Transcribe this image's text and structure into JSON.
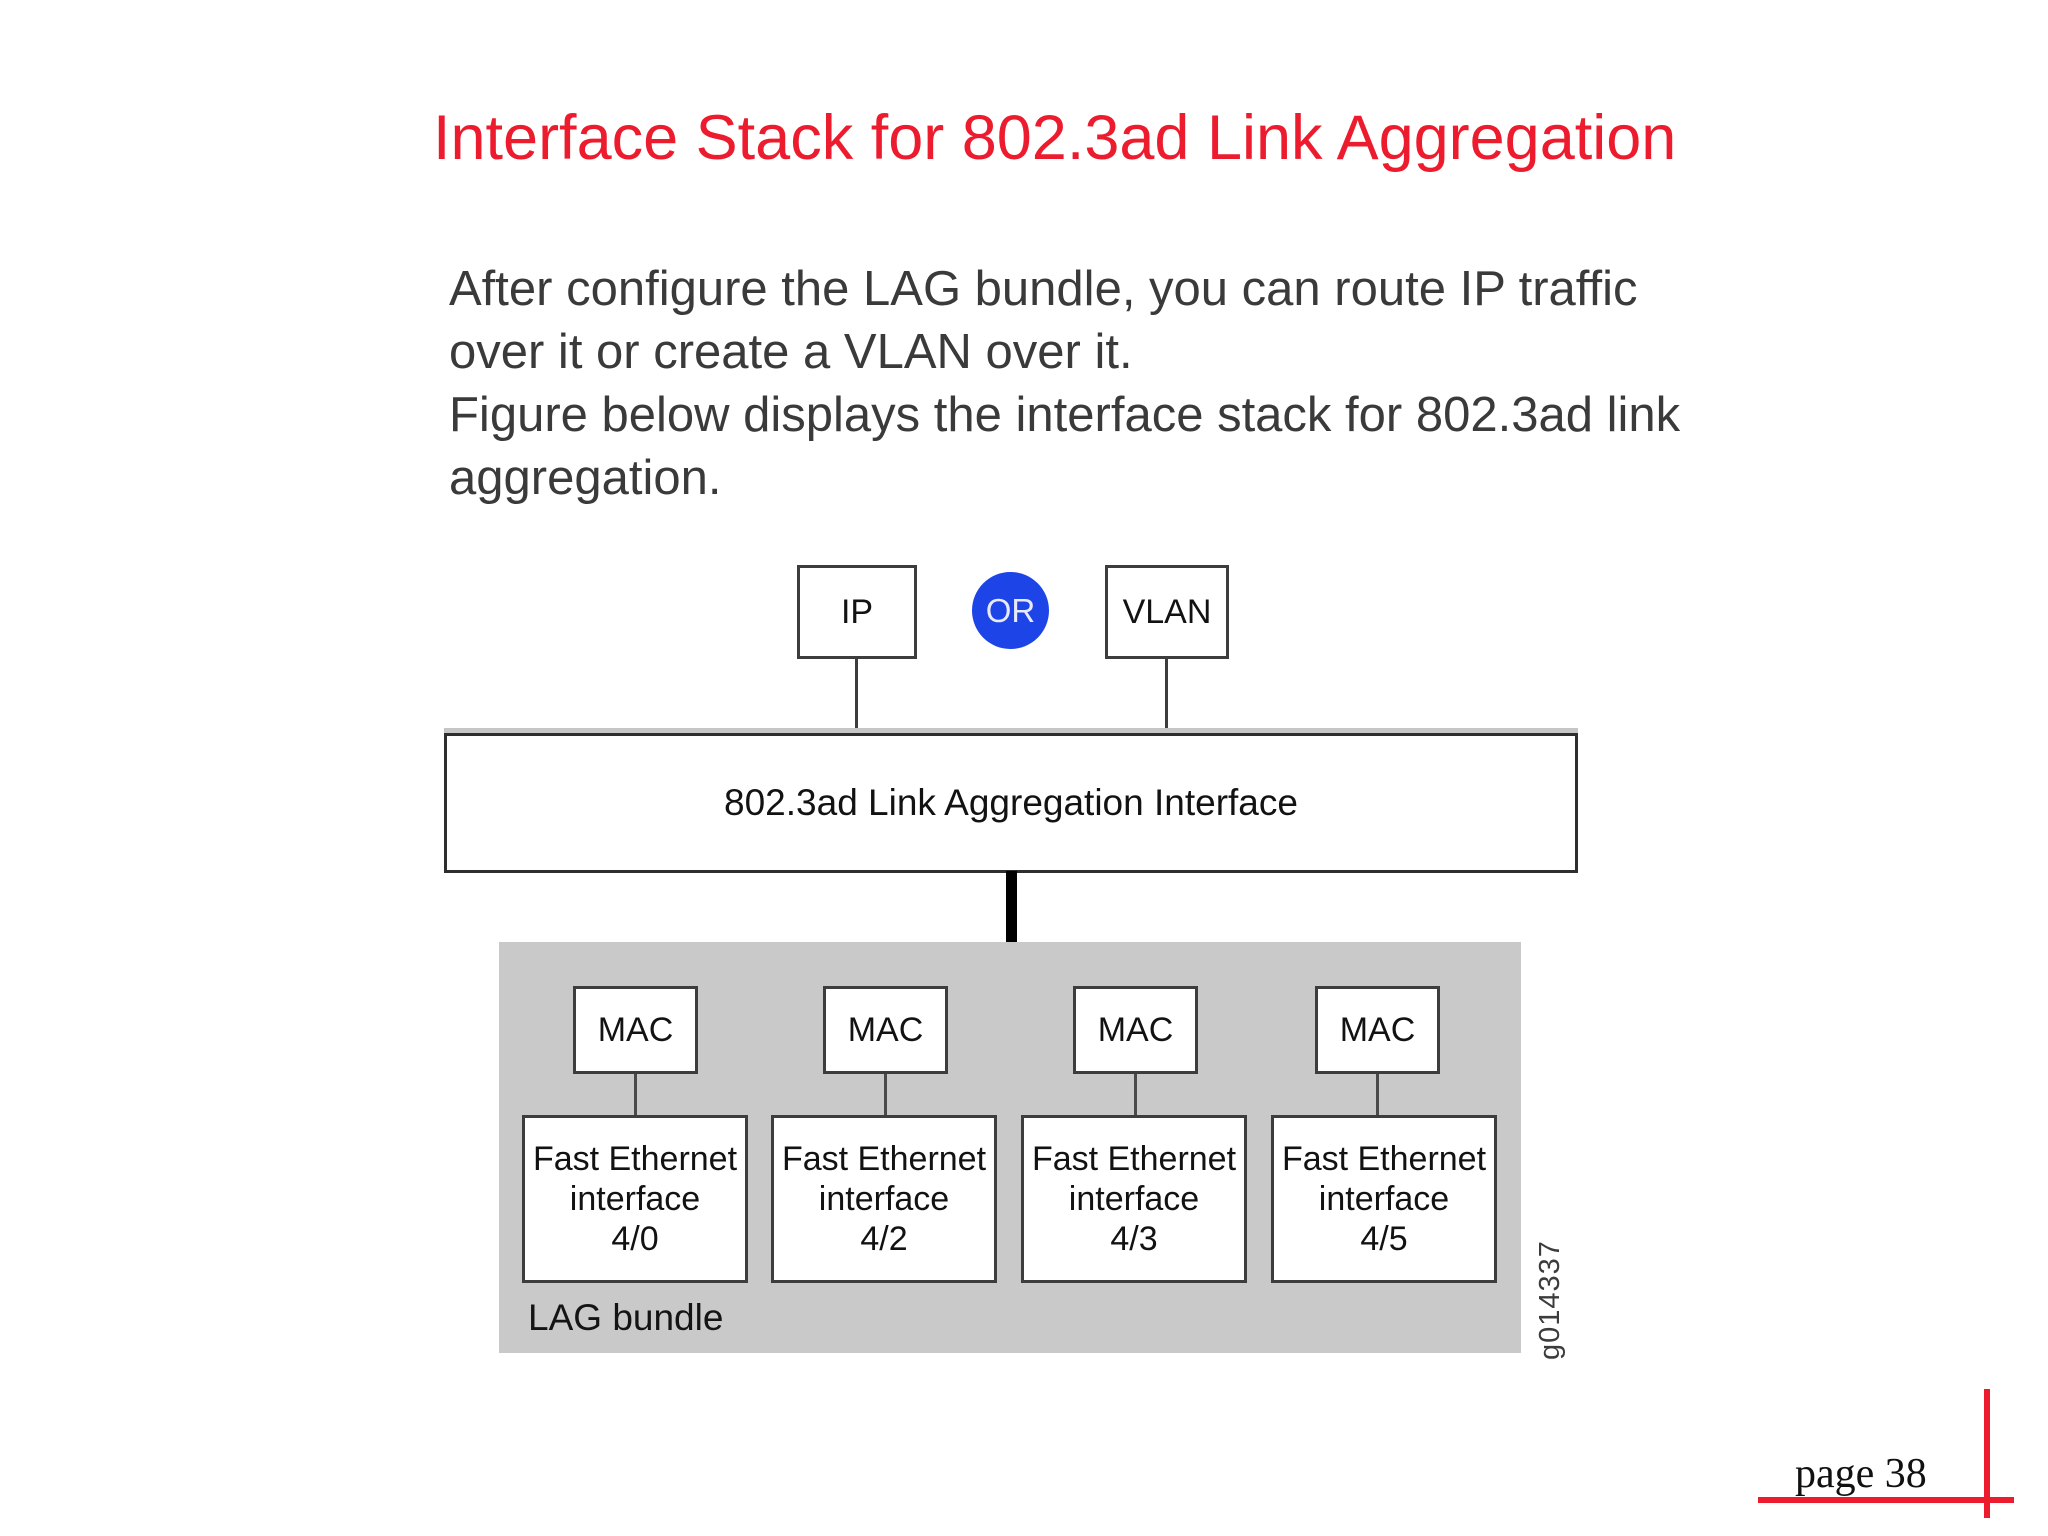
{
  "slide": {
    "title": "Interface Stack for 802.3ad Link Aggregation",
    "page_label": "page 38"
  },
  "paragraph": {
    "lines": [
      "After configure the LAG bundle, you can route IP traffic",
      "over it or create a VLAN over it.",
      "Figure below displays the interface stack for 802.3ad link",
      "aggregation."
    ]
  },
  "diagram": {
    "top_nodes": {
      "ip": "IP",
      "or": "OR",
      "vlan": "VLAN"
    },
    "aggregation_box": "802.3ad Link Aggregation Interface",
    "lag_bundle_label": "LAG bundle",
    "figure_id": "g014337",
    "links": [
      {
        "mac": "MAC",
        "fe": [
          "Fast Ethernet",
          "interface",
          "4/0"
        ]
      },
      {
        "mac": "MAC",
        "fe": [
          "Fast Ethernet",
          "interface",
          "4/2"
        ]
      },
      {
        "mac": "MAC",
        "fe": [
          "Fast Ethernet",
          "interface",
          "4/3"
        ]
      },
      {
        "mac": "MAC",
        "fe": [
          "Fast Ethernet",
          "interface",
          "4/5"
        ]
      }
    ]
  },
  "colors": {
    "accent_red": "#EC1C2E",
    "or_blue": "#1C44E6",
    "bundle_gray": "#C9C9C9"
  }
}
